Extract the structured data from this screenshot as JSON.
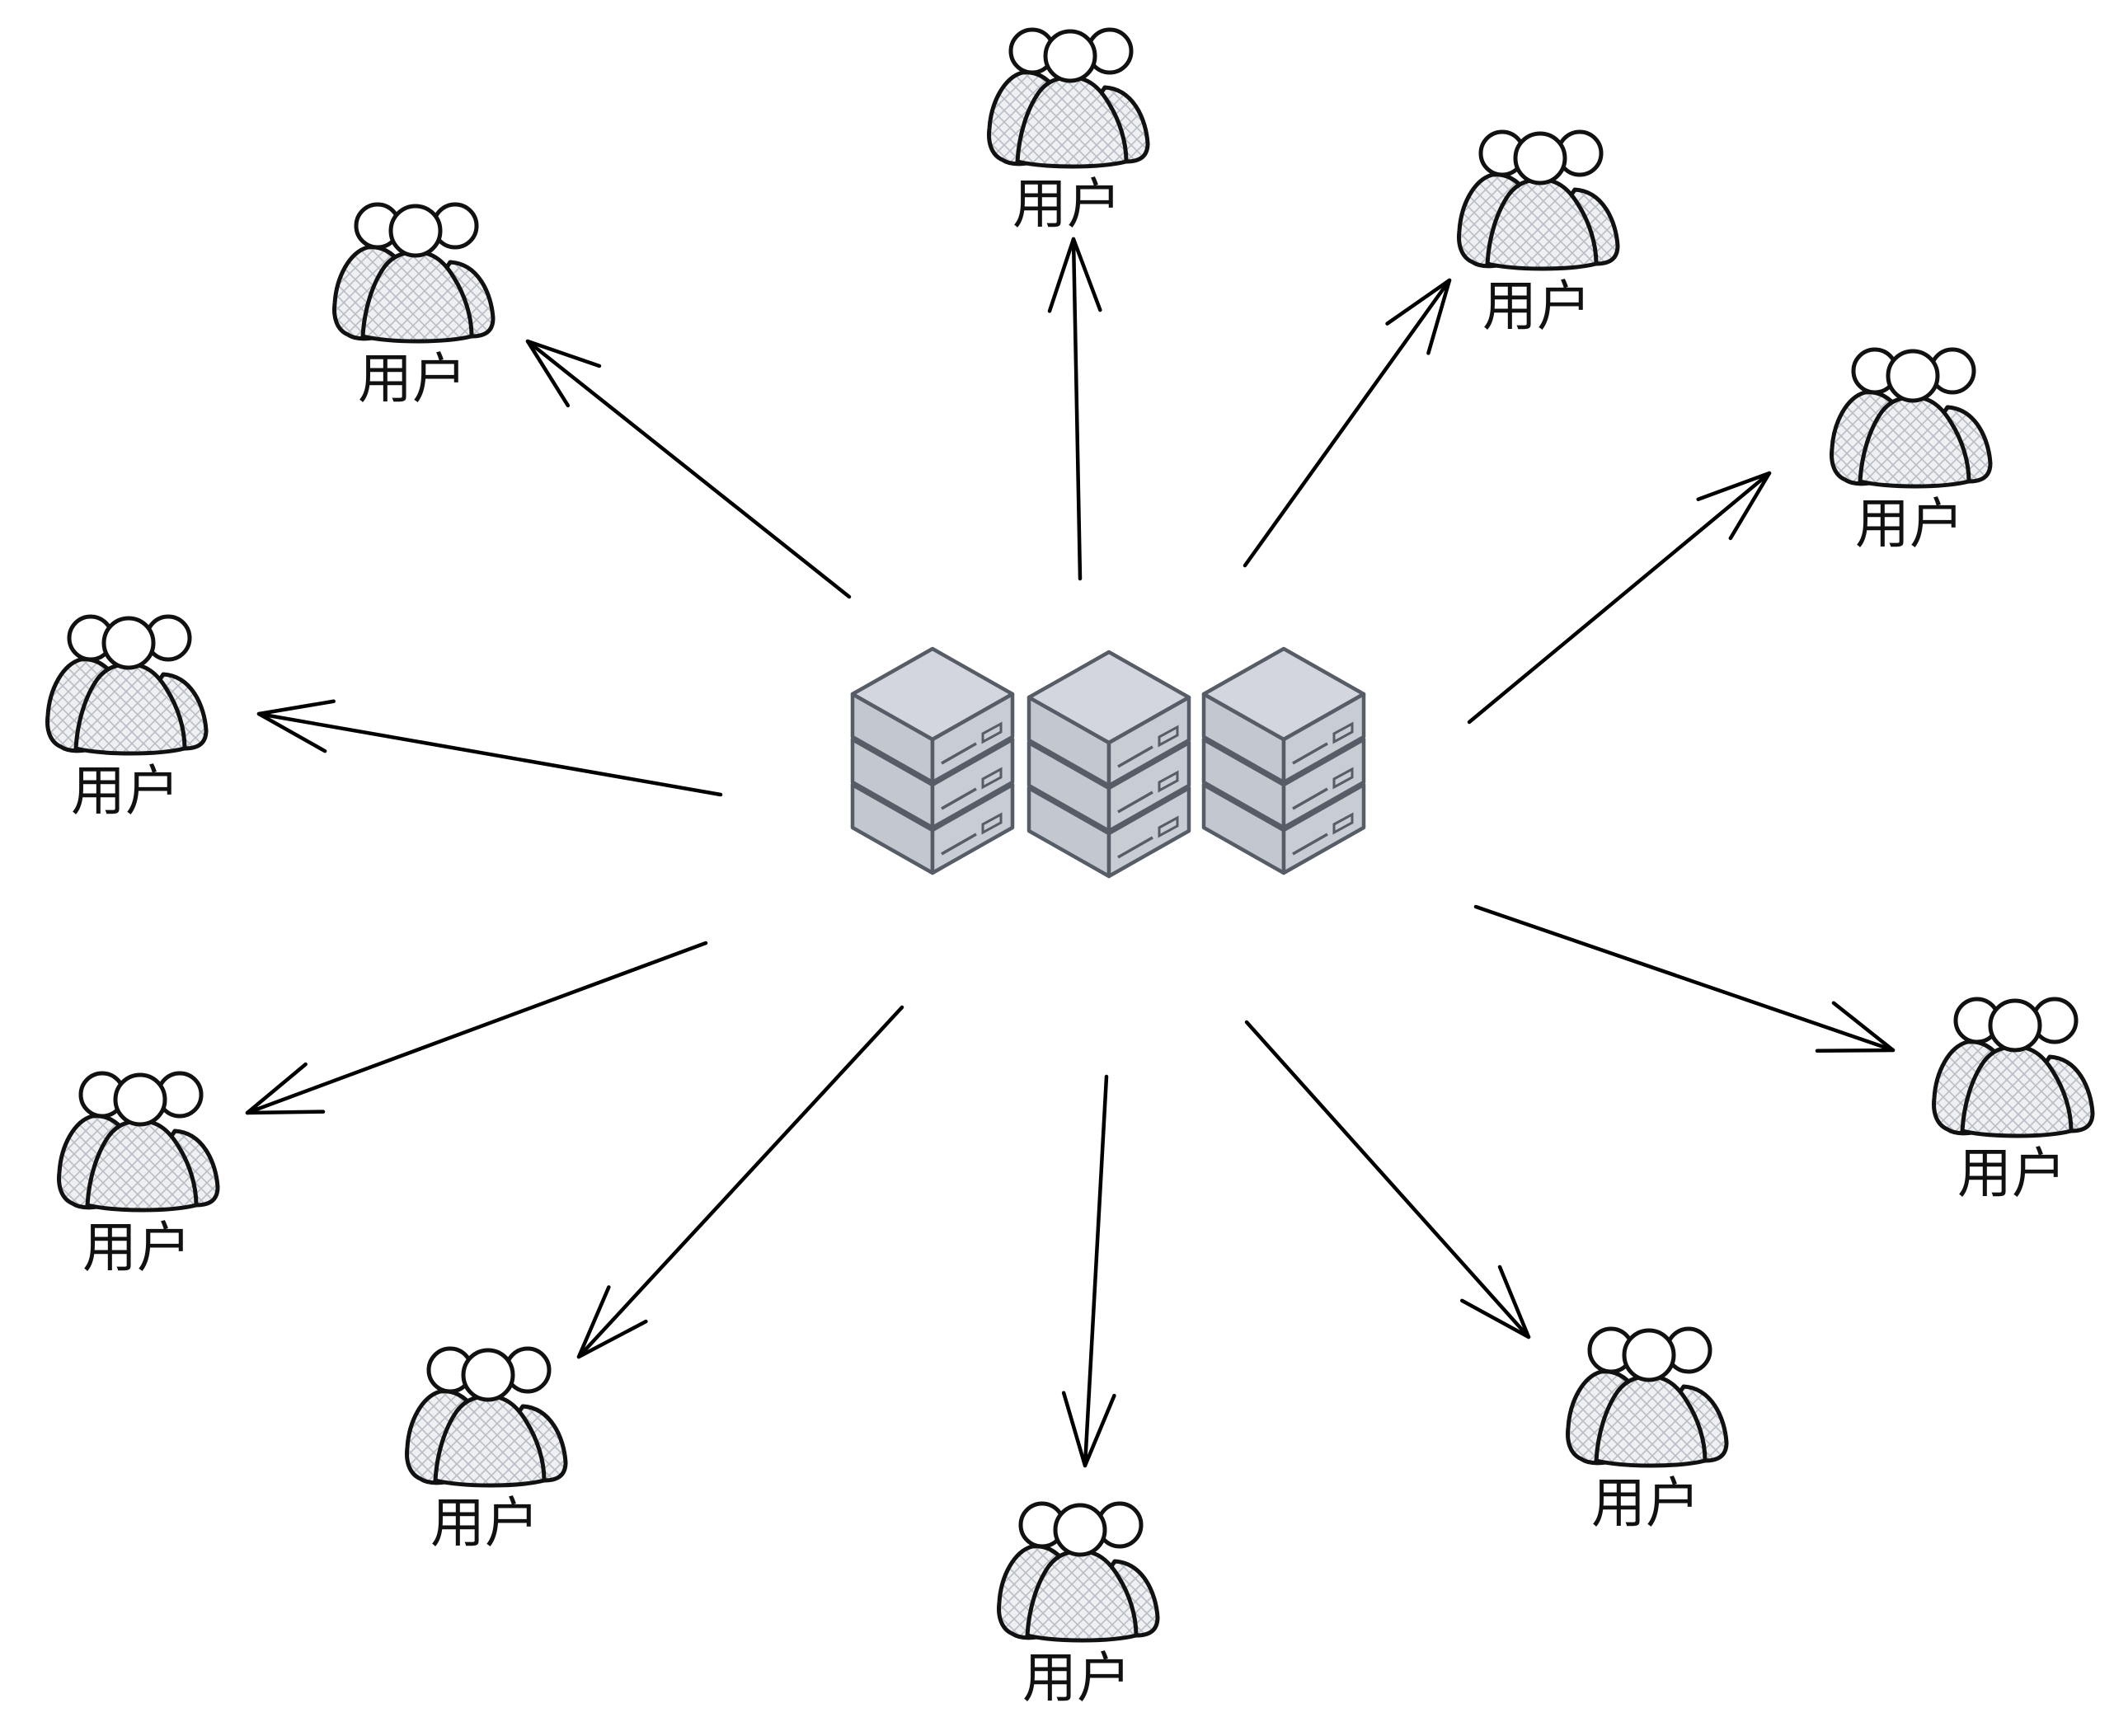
{
  "diagram": {
    "server_cluster": {
      "units": [
        {
          "name": "server-stack-left"
        },
        {
          "name": "server-stack-middle"
        },
        {
          "name": "server-stack-right"
        }
      ],
      "icon": "server-rack-icon"
    },
    "user_nodes": [
      {
        "id": "user-top",
        "label": "用户",
        "icon": "user-group-icon"
      },
      {
        "id": "user-top-right",
        "label": "用户",
        "icon": "user-group-icon"
      },
      {
        "id": "user-right-upper",
        "label": "用户",
        "icon": "user-group-icon"
      },
      {
        "id": "user-right-lower",
        "label": "用户",
        "icon": "user-group-icon"
      },
      {
        "id": "user-bottom-right",
        "label": "用户",
        "icon": "user-group-icon"
      },
      {
        "id": "user-bottom",
        "label": "用户",
        "icon": "user-group-icon"
      },
      {
        "id": "user-bottom-left",
        "label": "用户",
        "icon": "user-group-icon"
      },
      {
        "id": "user-left-lower",
        "label": "用户",
        "icon": "user-group-icon"
      },
      {
        "id": "user-left",
        "label": "用户",
        "icon": "user-group-icon"
      },
      {
        "id": "user-top-left",
        "label": "用户",
        "icon": "user-group-icon"
      }
    ],
    "edges": [
      {
        "from": "server_cluster",
        "to": "user-top"
      },
      {
        "from": "server_cluster",
        "to": "user-top-right"
      },
      {
        "from": "server_cluster",
        "to": "user-right-upper"
      },
      {
        "from": "server_cluster",
        "to": "user-right-lower"
      },
      {
        "from": "server_cluster",
        "to": "user-bottom-right"
      },
      {
        "from": "server_cluster",
        "to": "user-bottom"
      },
      {
        "from": "server_cluster",
        "to": "user-bottom-left"
      },
      {
        "from": "server_cluster",
        "to": "user-left-lower"
      },
      {
        "from": "server_cluster",
        "to": "user-left"
      },
      {
        "from": "server_cluster",
        "to": "user-top-left"
      }
    ],
    "colors": {
      "line": "#000000",
      "server_fill": "#cdd1d8",
      "server_stroke": "#565d67",
      "user_fill": "#e9ebee",
      "user_stroke": "#111111"
    }
  }
}
